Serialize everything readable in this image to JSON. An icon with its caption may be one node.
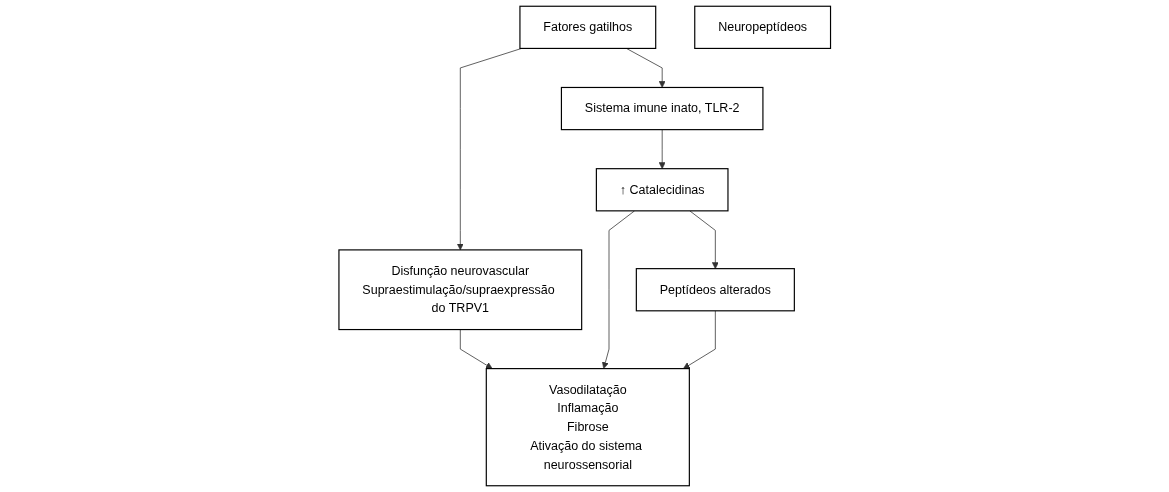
{
  "diagram": {
    "nodes": [
      {
        "text": [
          "Fatores gatilhos"
        ]
      },
      {
        "text": [
          "Sistema imune inato, TLR-2"
        ]
      },
      {
        "text": [
          "Disfunção neurovascular",
          "Supraestimulação/supraexpressão do TRPV1"
        ]
      },
      {
        "text": [
          "↑ Catalecidinas"
        ]
      },
      {
        "text": [
          "Neuropeptídeos"
        ]
      },
      {
        "text": [
          "Vasodilatação",
          "Inflamação",
          "Fibrose",
          "Ativação do sistema neurossensorial"
        ]
      },
      {
        "text": [
          "Peptídeos alterados"
        ]
      }
    ],
    "edges": [
      {
        "from": 0,
        "to": 1,
        "arrow": "to"
      },
      {
        "from": 0,
        "to": 2,
        "arrow": "to"
      },
      {
        "from": 1,
        "to": 3,
        "arrow": "to"
      },
      {
        "from": 2,
        "to": 5,
        "arrow": "to"
      },
      {
        "from": 3,
        "to": 6,
        "arrow": "to"
      },
      {
        "from": 3,
        "to": 5,
        "arrow": "to"
      },
      {
        "from": 6,
        "to": 5,
        "arrow": "to"
      }
    ]
  }
}
